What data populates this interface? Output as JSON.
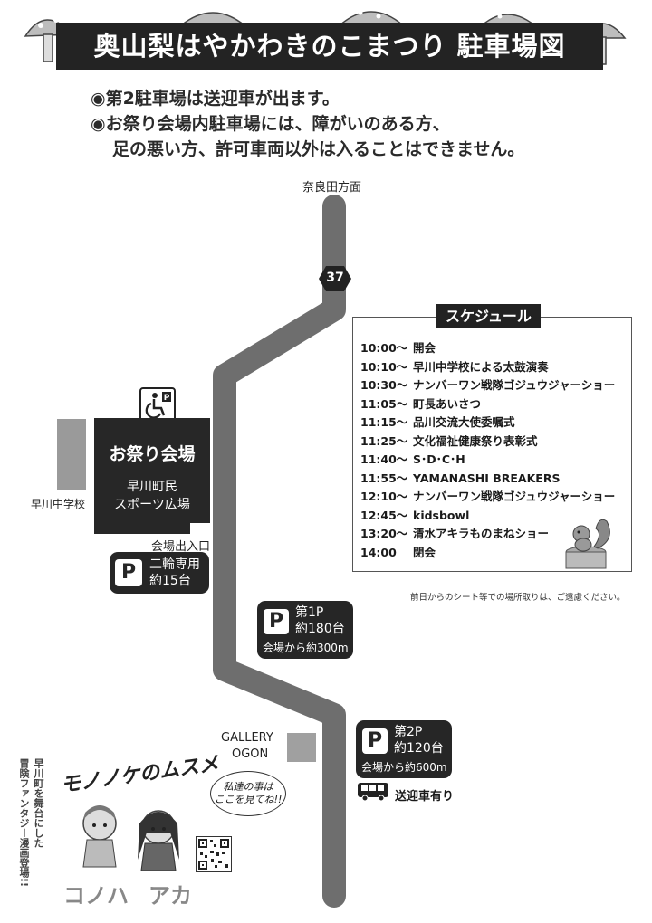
{
  "title": "奥山梨はやかわきのこまつり 駐車場図",
  "notices": [
    "◉第2駐車場は送迎車が出ます。",
    "◉お祭り会場内駐車場には、障がいのある方、",
    "足の悪い方、許可車両以外は入ることはできません。"
  ],
  "map": {
    "direction_label": "奈良田方面",
    "route_number": "37",
    "venue": {
      "name": "お祭り会場",
      "sub_line1": "早川町民",
      "sub_line2": "スポーツ広場",
      "gate_label": "会場出入口"
    },
    "school_label": "早川中学校",
    "gallery_line1": "GALLERY",
    "gallery_line2": "OGON",
    "accessible_parking_icon": "wheelchair-parking-icon"
  },
  "parking": [
    {
      "letter": "P",
      "line1": "二輪専用",
      "line2": "約15台",
      "distance": ""
    },
    {
      "letter": "P",
      "line1": "第1P",
      "line2": "約180台",
      "distance": "会場から約300m"
    },
    {
      "letter": "P",
      "line1": "第2P",
      "line2": "約120台",
      "distance": "会場から約600m"
    }
  ],
  "shuttle_label": "送迎車有り",
  "schedule": {
    "title": "スケジュール",
    "items": [
      {
        "time": "10:00～",
        "event": "開会"
      },
      {
        "time": "10:10～",
        "event": "早川中学校による太鼓演奏"
      },
      {
        "time": "10:30～",
        "event": "ナンバーワン戦隊ゴジュウジャーショー"
      },
      {
        "time": "11:05～",
        "event": "町長あいさつ"
      },
      {
        "time": "11:15～",
        "event": "品川交流大使委嘱式"
      },
      {
        "time": "11:25～",
        "event": "文化福祉健康祭り表彰式"
      },
      {
        "time": "11:40～",
        "event": "S･D･C･H"
      },
      {
        "time": "11:55～",
        "event": "YAMANASHI BREAKERS"
      },
      {
        "time": "12:10～",
        "event": "ナンバーワン戦隊ゴジュウジャーショー"
      },
      {
        "time": "12:45～",
        "event": "kidsbowl"
      },
      {
        "time": "13:20～",
        "event": "清水アキラものまねショー"
      },
      {
        "time": "14:00",
        "event": "閉会"
      }
    ]
  },
  "note": "前日からのシート等での場所取りは、ご遠慮ください。",
  "promo": {
    "vertical_text_1": "早川町を舞台にした",
    "vertical_text_2": "冒険ファンタジー漫画登場!!",
    "manga_title": "モノノケのムスメ",
    "bubble_line1": "私達の事は",
    "bubble_line2": "ここを見てね!!",
    "name_left": "コノハ",
    "name_right": "アカ"
  },
  "colors": {
    "dark": "#262626",
    "road": "#6e6e6e",
    "block": "#9a9a9a"
  }
}
